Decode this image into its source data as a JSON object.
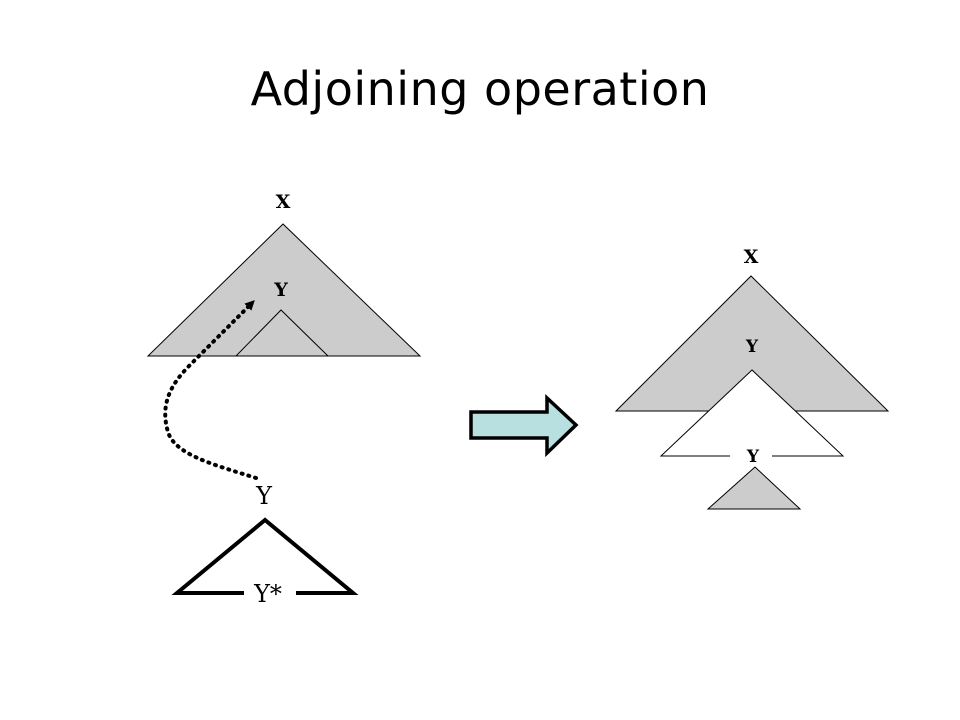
{
  "slide": {
    "title": "Adjoining operation"
  },
  "colors": {
    "tree_fill": "#cccccc",
    "arrow_fill": "#b8e0e0",
    "stroke": "#000000",
    "background": "#ffffff"
  },
  "left_tree": {
    "root_label": "X",
    "inner_label": "Y"
  },
  "auxiliary_tree": {
    "root_label": "Y",
    "foot_label": "Y*"
  },
  "result_tree": {
    "root_label": "X",
    "adjoined_root_label": "Y",
    "foot_label": "Y"
  },
  "arrow_icon": "right-block-arrow",
  "connector_icon": "dotted-curved-arrow"
}
